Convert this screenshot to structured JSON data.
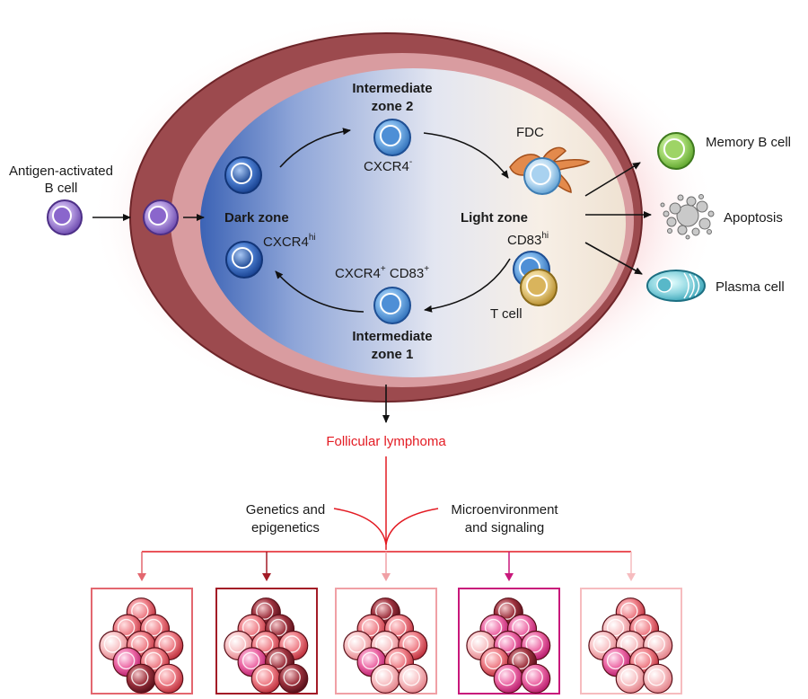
{
  "labels": {
    "antigen_line1": "Antigen-activated",
    "antigen_line2": "B cell",
    "iz2_line1": "Intermediate",
    "iz2_line2": "zone 2",
    "iz1_line1": "Intermediate",
    "iz1_line2": "zone 1",
    "dark_zone": "Dark zone",
    "light_zone": "Light zone",
    "cxcr4_hi": "CXCR4",
    "cxcr4_hi_sup": "hi",
    "cxcr4_neg": "CXCR4",
    "cxcr4_neg_sup": "-",
    "cxcr4_pos": "CXCR4",
    "cxcr4_pos_sup": "+",
    "cd83_pos": "CD83",
    "cd83_pos_sup": "+",
    "cd83_hi": "CD83",
    "cd83_hi_sup": "hi",
    "fdc": "FDC",
    "t_cell": "T cell",
    "memory_b": "Memory B cell",
    "apoptosis": "Apoptosis",
    "plasma_cell": "Plasma cell",
    "follicular_lymphoma": "Follicular lymphoma",
    "genetics_line1": "Genetics and",
    "genetics_line2": "epigenetics",
    "micro_line1": "Microenvironment",
    "micro_line2": "and signaling"
  },
  "colors": {
    "lymphoma_red": "#e31b23",
    "follicle_rim": "#9c4a4e",
    "mantle": "#d99ca0",
    "dark_zone_blue": "#3f67b8",
    "memory_green": "#8ccf5a",
    "antigen_purple": "#9b7cc9",
    "t_cell_yellow": "#e6c257",
    "fdc_orange": "#e38a4c"
  },
  "clones": [
    {
      "frame": "#e3676f",
      "arrow": "#e3676f"
    },
    {
      "frame": "#a31c27",
      "arrow": "#a31c27"
    },
    {
      "frame": "#f0a0a5",
      "arrow": "#f0a0a5"
    },
    {
      "frame": "#c8187b",
      "arrow": "#c8187b"
    },
    {
      "frame": "#f6bcbf",
      "arrow": "#f6bcbf"
    }
  ]
}
